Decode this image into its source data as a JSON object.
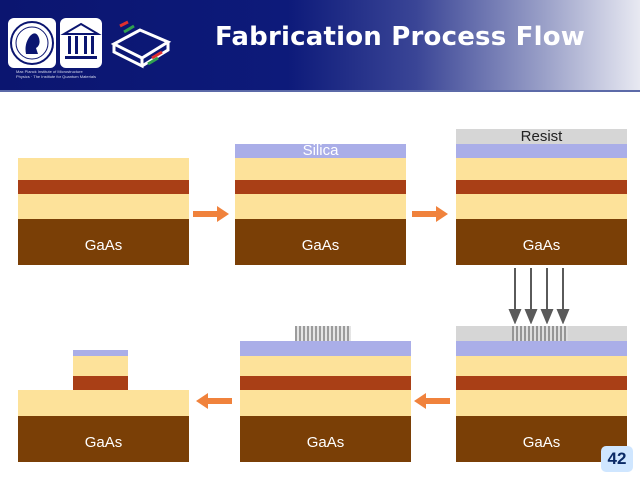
{
  "slide": {
    "title": "Fabrication Process Flow",
    "page_number": "42",
    "logo_caption": "Max Planck Institute of Microstructure Physics · The Institute for Quantum Materials"
  },
  "labels": {
    "substrate": "GaAs",
    "silica": "Silica",
    "resist": "Resist"
  },
  "colors": {
    "header_dark": "#0b1570",
    "gaas": "#7a3f06",
    "algaas_light": "#fde29a",
    "gaas_red": "#a93f16",
    "silica": "#aaaee8",
    "resist": "#d6d6d6",
    "arrow_orange": "#f0823c",
    "exposure_arrow": "#5a5a5a"
  }
}
